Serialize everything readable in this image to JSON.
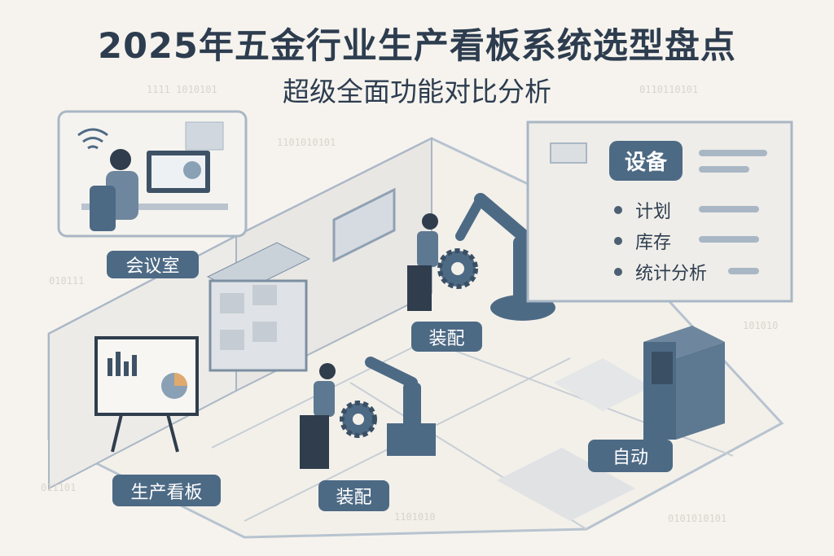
{
  "header": {
    "title": "2025年五金行业生产看板系统选型盘点",
    "subtitle": "超级全面功能对比分析"
  },
  "labels": {
    "meeting_room": "会议室",
    "assembly_1": "装配",
    "assembly_2": "装配",
    "production_board": "生产看板",
    "automation": "自动"
  },
  "panel": {
    "heading": "设备",
    "items": [
      "计划",
      "库存",
      "统计分析"
    ]
  },
  "binary": [
    "1111 1010101",
    "0110110101",
    "1101010101",
    "010111",
    "101010",
    "011101",
    "1101010",
    "0101010101"
  ],
  "colors": {
    "background": "#f6f3ee",
    "label": "#4d6a85",
    "text": "#2d3d4f",
    "line": "#9fb0c0"
  }
}
